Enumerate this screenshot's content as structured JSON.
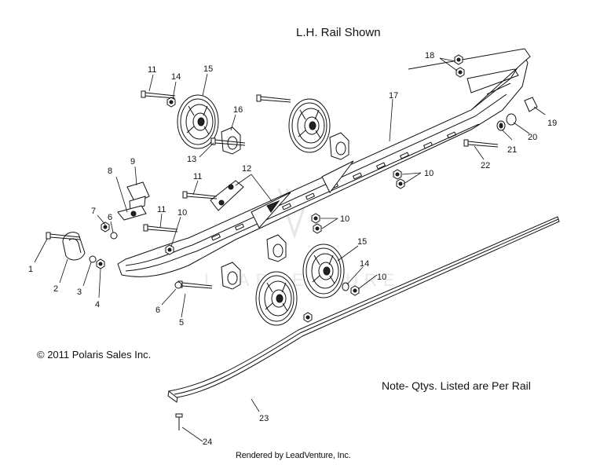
{
  "header": {
    "title": "L.H. Rail Shown"
  },
  "footer": {
    "copyright": "© 2011 Polaris Sales Inc.",
    "note": "Note- Qtys. Listed are Per Rail",
    "rendered_by": "Rendered by LeadVenture, Inc."
  },
  "watermark": {
    "text": "LEADVENTURE"
  },
  "callouts": [
    {
      "id": "c1",
      "label": "1"
    },
    {
      "id": "c2",
      "label": "2"
    },
    {
      "id": "c3",
      "label": "3"
    },
    {
      "id": "c4",
      "label": "4"
    },
    {
      "id": "c5",
      "label": "5"
    },
    {
      "id": "c6a",
      "label": "6"
    },
    {
      "id": "c6b",
      "label": "6"
    },
    {
      "id": "c7",
      "label": "7"
    },
    {
      "id": "c8",
      "label": "8"
    },
    {
      "id": "c9",
      "label": "9"
    },
    {
      "id": "c10a",
      "label": "10"
    },
    {
      "id": "c10b",
      "label": "10"
    },
    {
      "id": "c10c",
      "label": "10"
    },
    {
      "id": "c10d",
      "label": "10"
    },
    {
      "id": "c11a",
      "label": "11"
    },
    {
      "id": "c11b",
      "label": "11"
    },
    {
      "id": "c11c",
      "label": "11"
    },
    {
      "id": "c12",
      "label": "12"
    },
    {
      "id": "c13",
      "label": "13"
    },
    {
      "id": "c14a",
      "label": "14"
    },
    {
      "id": "c14b",
      "label": "14"
    },
    {
      "id": "c15a",
      "label": "15"
    },
    {
      "id": "c15b",
      "label": "15"
    },
    {
      "id": "c16",
      "label": "16"
    },
    {
      "id": "c17",
      "label": "17"
    },
    {
      "id": "c18",
      "label": "18"
    },
    {
      "id": "c19",
      "label": "19"
    },
    {
      "id": "c20",
      "label": "20"
    },
    {
      "id": "c21",
      "label": "21"
    },
    {
      "id": "c22",
      "label": "22"
    },
    {
      "id": "c23",
      "label": "23"
    },
    {
      "id": "c24",
      "label": "24"
    }
  ]
}
